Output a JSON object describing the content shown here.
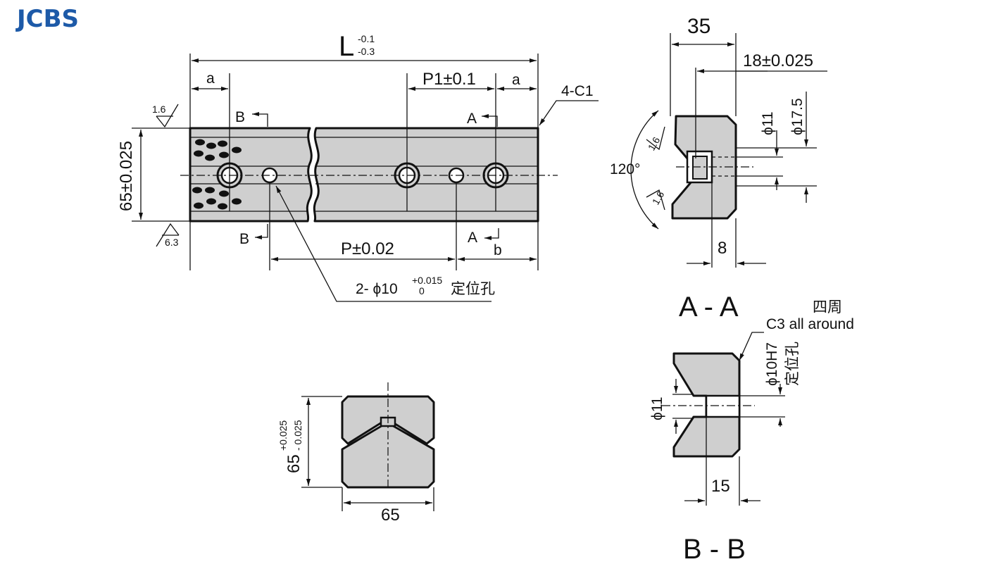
{
  "brand": {
    "logo_text": "JCBS",
    "logo_color": "#1d5aa8"
  },
  "colors": {
    "part_fill": "#cfcfcf",
    "line": "#111111"
  },
  "front_view": {
    "length_label": "L",
    "length_tol_upper": "-0.1",
    "length_tol_lower": "-0.3",
    "a_left": "a",
    "a_right": "a",
    "p1": "P1±0.1",
    "chamfer": "4-C1",
    "section_b_top": "B",
    "section_b_bottom": "B",
    "section_a_top": "A",
    "section_a_bottom": "A",
    "height": "65±0.025",
    "roughness_top": "1.6",
    "roughness_bottom": "6.3",
    "pitch": "P±0.02",
    "b_label": "b",
    "hole_prefix": "2- ϕ10",
    "hole_tol_upper": "+0.015",
    "hole_tol_lower": "0",
    "hole_suffix": "定位孔"
  },
  "section_aa": {
    "width": "35",
    "offset": "18±0.025",
    "phi_small": "ϕ11",
    "phi_large": "ϕ17.5",
    "angle": "120°",
    "roughness_top": "1.6",
    "roughness_bottom": "1.6",
    "bottom_dim": "8",
    "title": "A - A"
  },
  "end_view": {
    "height_value": "65",
    "height_tol_upper": "+0.025",
    "height_tol_lower": "- 0.025",
    "width": "65"
  },
  "section_bb": {
    "note_cn": "四周",
    "note_en": "C3 all around",
    "phi_hole": "ϕ10H7",
    "hole_cn": "定位孔",
    "phi_small": "ϕ11",
    "bottom_dim": "15",
    "title": "B - B"
  }
}
